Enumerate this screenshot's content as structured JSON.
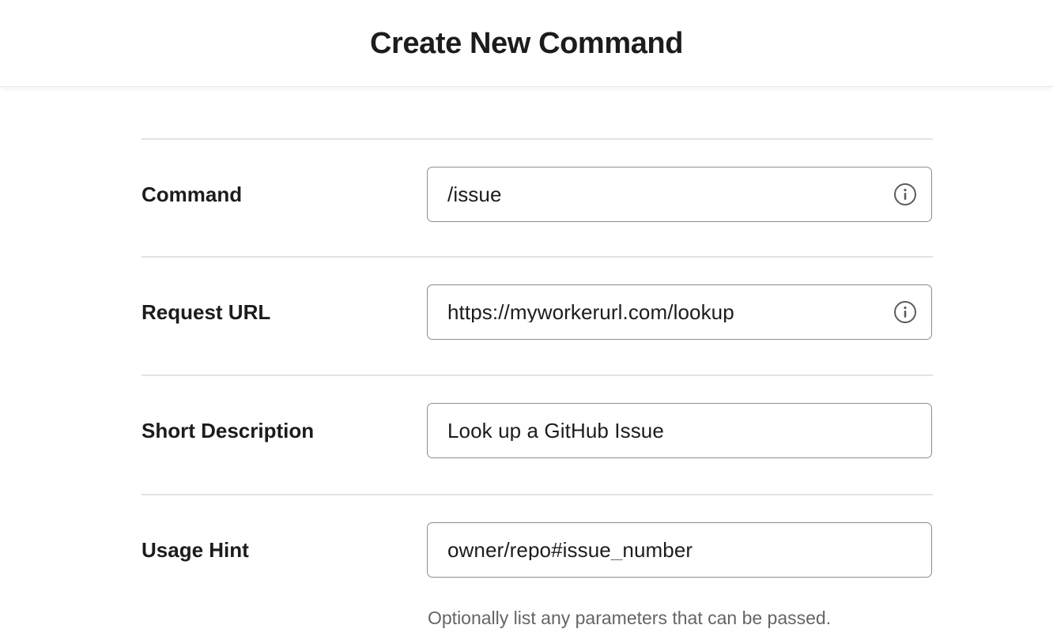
{
  "header": {
    "title": "Create New Command"
  },
  "form": {
    "fields": [
      {
        "label": "Command",
        "value": "/issue",
        "has_info_icon": true,
        "info_icon_name": "info-icon",
        "helper": null
      },
      {
        "label": "Request URL",
        "value": "https://myworkerurl.com/lookup",
        "has_info_icon": true,
        "info_icon_name": "info-icon",
        "helper": null
      },
      {
        "label": "Short Description",
        "value": "Look up a GitHub Issue",
        "has_info_icon": false,
        "info_icon_name": null,
        "helper": null
      },
      {
        "label": "Usage Hint",
        "value": "owner/repo#issue_number",
        "has_info_icon": false,
        "info_icon_name": null,
        "helper": "Optionally list any parameters that can be passed."
      }
    ]
  },
  "colors": {
    "text_primary": "#1d1c1d",
    "text_secondary": "#656565",
    "input_border": "#8d8d8d",
    "divider": "#e2e2e2",
    "background": "#ffffff"
  }
}
